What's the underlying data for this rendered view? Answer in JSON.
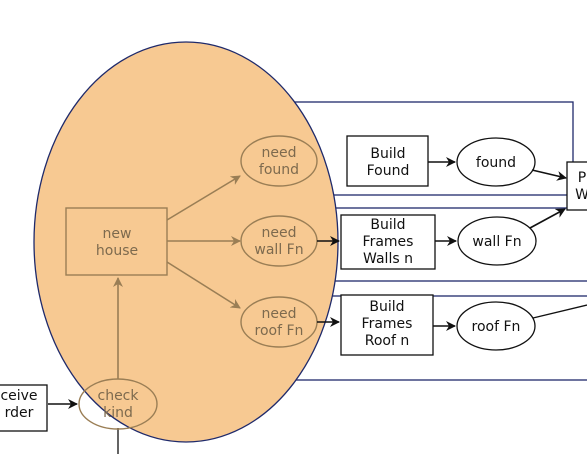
{
  "colors": {
    "highlight_fill": "#f7c992",
    "highlight_stroke": "#1f2a6b",
    "lane_stroke": "#1f2a6b",
    "node_stroke": "#111111",
    "muted_stroke": "#9a7e55",
    "muted_text": "#7d6a4e"
  },
  "nodes": {
    "receive_order": [
      "ceive",
      "rder"
    ],
    "check_kind": [
      "check",
      "kind"
    ],
    "new_house": [
      "new",
      "house"
    ],
    "need_found": [
      "need",
      "found"
    ],
    "need_wall": [
      "need",
      "wall Fn"
    ],
    "need_roof": [
      "need",
      "roof Fn"
    ],
    "build_found": [
      "Build",
      "Found"
    ],
    "build_walls": [
      "Build",
      "Frames",
      "Walls n"
    ],
    "build_roof": [
      "Build",
      "Frames",
      "Roof n"
    ],
    "found": "found",
    "wall_fn": "wall Fn",
    "roof_fn": "roof Fn",
    "cut_box": [
      "P",
      "W"
    ]
  }
}
